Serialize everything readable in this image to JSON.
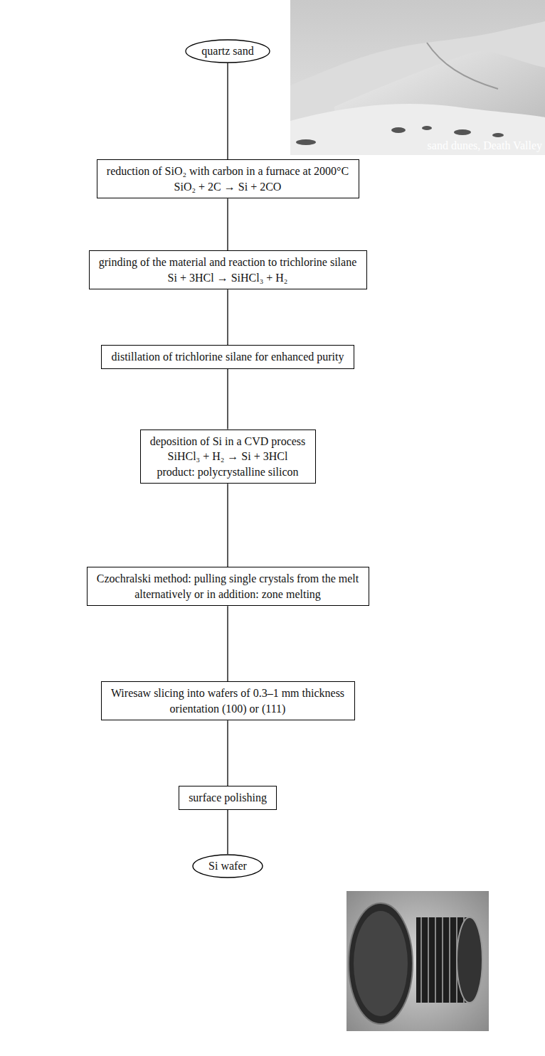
{
  "diagram": {
    "nodes": [
      {
        "text": [
          "quartz sand"
        ]
      },
      {
        "text": [
          "reduction of SiO₂ with carbon in a furnace at 2000°C",
          "SiO₂ + 2C → Si + 2CO"
        ]
      },
      {
        "text": [
          "grinding of the material and reaction to trichlorine silane",
          "Si + 3HCl → SiHCl₃ + H₂"
        ]
      },
      {
        "text": [
          "distillation of trichlorine silane for enhanced purity"
        ]
      },
      {
        "text": [
          "deposition of Si in a CVD process",
          "SiHCl₃ + H₂ → Si + 3HCl",
          "product: polycrystalline silicon"
        ]
      },
      {
        "text": [
          "Czochralski method: pulling single crystals from the melt",
          "alternatively or in addition: zone melting"
        ]
      },
      {
        "text": [
          "Wiresaw slicing into wafers of  0.3–1 mm thickness",
          "orientation (100) or (111)"
        ]
      },
      {
        "text": [
          "surface polishing"
        ]
      },
      {
        "text": [
          "Si wafer"
        ]
      }
    ],
    "edges": [
      {
        "from": 0,
        "to": 1,
        "arrow": "none"
      },
      {
        "from": 1,
        "to": 2,
        "arrow": "none"
      },
      {
        "from": 2,
        "to": 3,
        "arrow": "none"
      },
      {
        "from": 3,
        "to": 4,
        "arrow": "none"
      },
      {
        "from": 4,
        "to": 5,
        "arrow": "none"
      },
      {
        "from": 5,
        "to": 6,
        "arrow": "none"
      },
      {
        "from": 6,
        "to": 7,
        "arrow": "none"
      },
      {
        "from": 7,
        "to": 8,
        "arrow": "none"
      }
    ],
    "labels": [
      "sand dunes, Death Valley"
    ]
  }
}
